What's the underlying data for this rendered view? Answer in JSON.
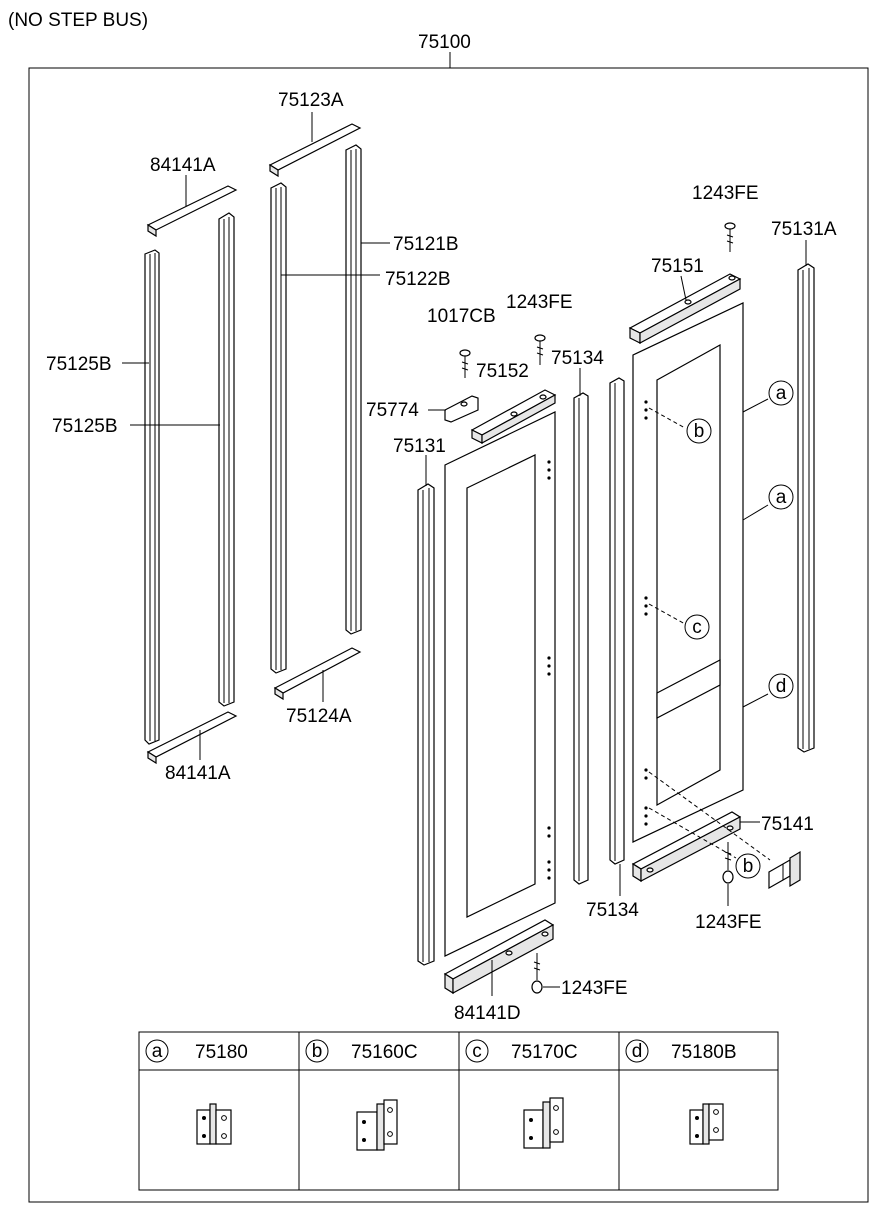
{
  "header": {
    "note": "(NO STEP BUS)",
    "assembly": "75100"
  },
  "callouts": {
    "c84141A_top": "84141A",
    "c84141A_bot": "84141A",
    "c75123A": "75123A",
    "c75121B": "75121B",
    "c75122B": "75122B",
    "c75125B_1": "75125B",
    "c75125B_2": "75125B",
    "c75124A": "75124A",
    "c1243FE_top": "1243FE",
    "c75131A": "75131A",
    "c75151": "75151",
    "c1017CB": "1017CB",
    "c1243FE_mid": "1243FE",
    "c75134_top": "75134",
    "c75152": "75152",
    "c75774": "75774",
    "c75131": "75131",
    "c75141": "75141",
    "c75134_bot": "75134",
    "c1243FE_right": "1243FE",
    "c1243FE_bot": "1243FE",
    "c84141D": "84141D"
  },
  "markers": [
    "a",
    "a",
    "b",
    "c",
    "d",
    "b"
  ],
  "legend": [
    {
      "letter": "a",
      "part": "75180"
    },
    {
      "letter": "b",
      "part": "75160C"
    },
    {
      "letter": "c",
      "part": "75170C"
    },
    {
      "letter": "d",
      "part": "75180B"
    }
  ]
}
